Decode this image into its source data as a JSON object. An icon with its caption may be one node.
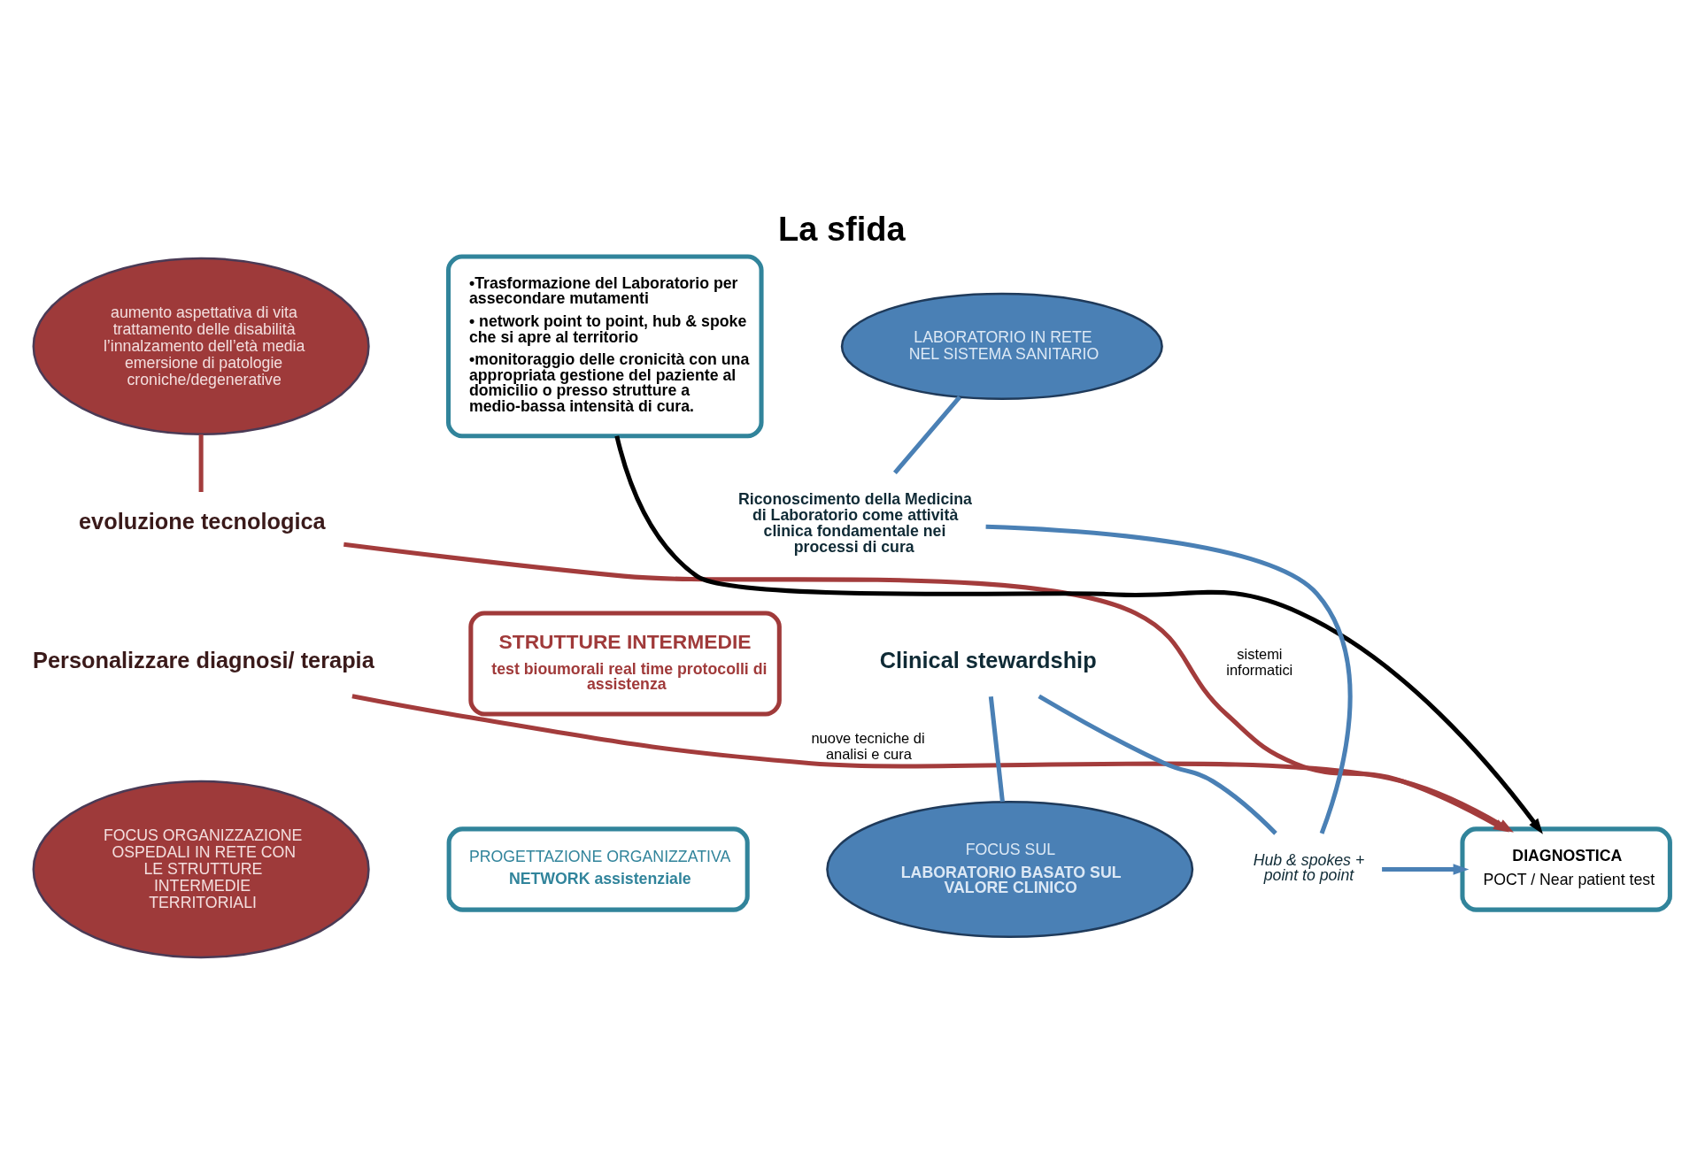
{
  "diagram": {
    "title": "La sfida",
    "nodes": [
      {
        "text": [
          "aumento aspettativa di vita trattamento delle disabilità l’innalzamento dell’età media emersione di patologie croniche/degenerative"
        ]
      },
      {
        "text": [
          "evoluzione tecnologica"
        ]
      },
      {
        "text": [
          "Personalizzare diagnosi/ terapia"
        ]
      },
      {
        "text": [
          "FOCUS ORGANIZZAZIONE OSPEDALI IN RETE CON LE STRUTTURE INTERMEDIE TERRITORIALI"
        ]
      },
      {
        "text": [
          "•Trasformazione del Laboratorio per assecondare mutamenti",
          "• network point to point, hub & spoke che si apre al territorio",
          "•monitoraggio delle cronicità con una appropriata gestione del paziente al domicilio o presso strutture a medio-bassa intensità di cura."
        ]
      },
      {
        "text": [
          "DIAGNOSTICA",
          "POCT / Near patient test"
        ]
      },
      {
        "text": [
          "STRUTTURE INTERMEDIE",
          "test bioumorali real time protocolli di assistenza"
        ]
      },
      {
        "text": [
          "PROGETTAZIONE ORGANIZZATIVA",
          "NETWORK assistenziale"
        ]
      },
      {
        "text": [
          "LABORATORIO IN RETE NEL SISTEMA SANITARIO"
        ]
      },
      {
        "text": [
          "Riconoscimento della Medicina di Laboratorio come attività clinica fondamentale nei processi di cura"
        ]
      },
      {
        "text": [
          "Hub & spokes + point to point"
        ]
      },
      {
        "text": [
          "Clinical stewardship"
        ]
      },
      {
        "text": [
          "FOCUS SUL",
          "LABORATORIO BASATO SUL VALORE CLINICO"
        ]
      }
    ],
    "edges": [
      {
        "from": 0,
        "to": 1,
        "arrow": "none",
        "color": "#a33c3c"
      },
      {
        "from": 1,
        "to": 5,
        "arrow": "to",
        "label": "sistemi informatici",
        "color": "#a33c3c"
      },
      {
        "from": 2,
        "to": 5,
        "arrow": "to",
        "label": "nuove tecniche di analisi e cura",
        "color": "#a33c3c"
      },
      {
        "from": 4,
        "to": 5,
        "arrow": "to",
        "color": "#000000"
      },
      {
        "from": 8,
        "to": 9,
        "arrow": "none",
        "color": "#4a80b5"
      },
      {
        "from": 9,
        "to": 10,
        "arrow": "none",
        "color": "#4a80b5"
      },
      {
        "from": 10,
        "to": 5,
        "arrow": "to",
        "color": "#4a80b5"
      },
      {
        "from": 10,
        "to": 11,
        "arrow": "none",
        "color": "#4a80b5"
      },
      {
        "from": 11,
        "to": 12,
        "arrow": "none",
        "color": "#4a80b5"
      }
    ]
  }
}
